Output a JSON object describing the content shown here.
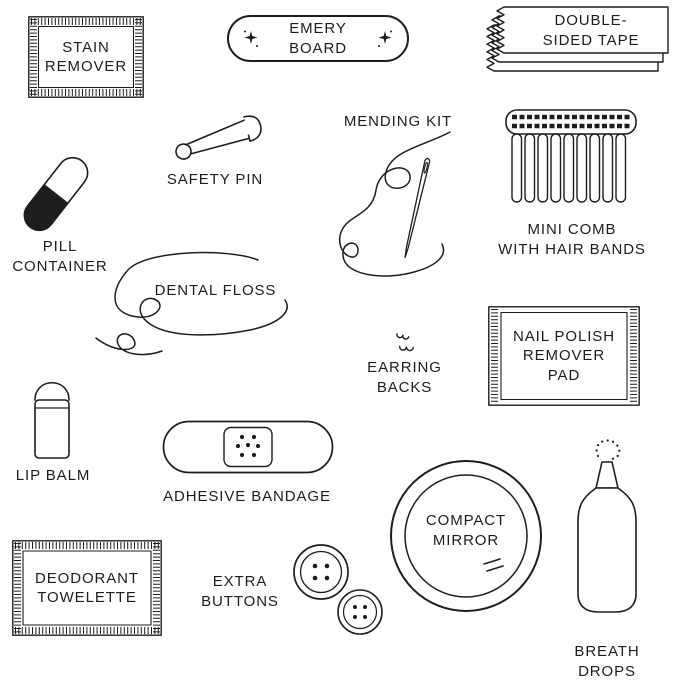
{
  "colors": {
    "ink": "#1d1d1d",
    "background": "#ffffff"
  },
  "icons": [
    "wipe-packet-icon",
    "emery-board-icon",
    "sparkle-icon",
    "tape-stack-icon",
    "safety-pin-icon",
    "needle-and-thread-icon",
    "comb-with-bands-icon",
    "pill-capsule-icon",
    "floss-strand-icon",
    "earring-back-icon",
    "lip-balm-tube-icon",
    "bandage-icon",
    "compact-mirror-icon",
    "dropper-bottle-icon",
    "button-icon"
  ],
  "items": {
    "stain_remover": {
      "line1": "STAIN",
      "line2": "REMOVER"
    },
    "emery_board": {
      "label": "EMERY BOARD"
    },
    "double_sided_tape": {
      "line1": "DOUBLE-",
      "line2": "SIDED TAPE"
    },
    "safety_pin": {
      "label": "SAFETY PIN"
    },
    "mending_kit": {
      "label": "MENDING KIT"
    },
    "mini_comb": {
      "line1": "MINI COMB",
      "line2": "WITH HAIR BANDS"
    },
    "pill_container": {
      "line1": "PILL",
      "line2": "CONTAINER"
    },
    "dental_floss": {
      "label": "DENTAL FLOSS"
    },
    "earring_backs": {
      "line1": "EARRING",
      "line2": "BACKS"
    },
    "nail_polish_pad": {
      "line1": "NAIL POLISH",
      "line2": "REMOVER",
      "line3": "PAD"
    },
    "lip_balm": {
      "label": "LIP BALM"
    },
    "adhesive_bandage": {
      "label": "ADHESIVE BANDAGE"
    },
    "compact_mirror": {
      "line1": "COMPACT",
      "line2": "MIRROR"
    },
    "breath_drops": {
      "line1": "BREATH",
      "line2": "DROPS"
    },
    "deodorant_towelette": {
      "line1": "DEODORANT",
      "line2": "TOWELETTE"
    },
    "extra_buttons": {
      "line1": "EXTRA",
      "line2": "BUTTONS"
    }
  }
}
